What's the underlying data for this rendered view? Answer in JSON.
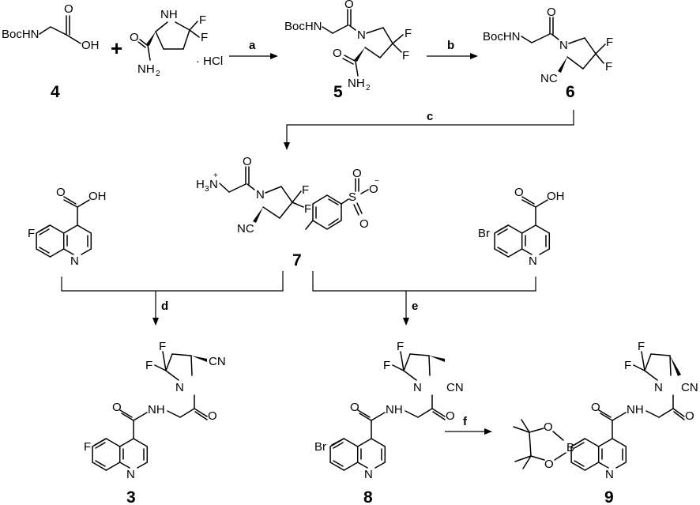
{
  "labels": {
    "BocHN": "BocHN",
    "OH": "OH",
    "O": "O",
    "N": "N",
    "NH": "NH",
    "HN": "HN",
    "NH2": "NH",
    "NH2_sub": "2",
    "HCl": "· HCl",
    "F": "F",
    "Br": "Br",
    "CN": "CN",
    "NC": "NC",
    "S": "S",
    "B": "B",
    "H3N": "H",
    "H3N_sub": "3",
    "H3N_N": "N",
    "plus": "+",
    "minus": "−",
    "cation": "+"
  },
  "compounds": [
    {
      "id": "4",
      "label": "4"
    },
    {
      "id": "5",
      "label": "5"
    },
    {
      "id": "6",
      "label": "6"
    },
    {
      "id": "7",
      "label": "7"
    },
    {
      "id": "3",
      "label": "3"
    },
    {
      "id": "8",
      "label": "8"
    },
    {
      "id": "9",
      "label": "9"
    }
  ],
  "steps": [
    {
      "id": "a",
      "label": "a"
    },
    {
      "id": "b",
      "label": "b"
    },
    {
      "id": "c",
      "label": "c"
    },
    {
      "id": "d",
      "label": "d"
    },
    {
      "id": "e",
      "label": "e"
    },
    {
      "id": "f",
      "label": "f"
    }
  ]
}
